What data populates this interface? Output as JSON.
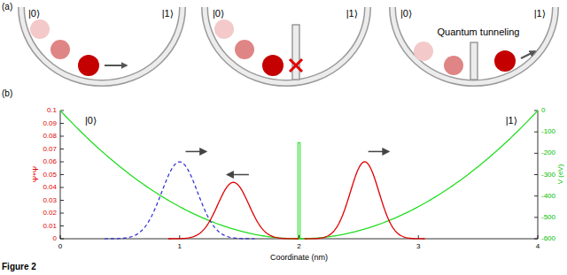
{
  "diagram": {
    "caption": "Figure 2",
    "labels": [
      "(a)",
      "|0⟩",
      "|1⟩",
      "|0⟩",
      "|1⟩",
      "|0⟩",
      "|1⟩",
      "Quantum tunneling",
      "(b)",
      "|0⟩",
      "|1⟩",
      "0",
      "0.01",
      "0.02",
      "0.03",
      "0.04",
      "0.05",
      "0.06",
      "0.07",
      "0.08",
      "0.09",
      "0.1",
      "0",
      "-100",
      "-200",
      "-300",
      "-400",
      "-500",
      "-600",
      "0",
      "1",
      "2",
      "3",
      "4",
      "Coordinate (nm)",
      "Ψ*Ψ",
      "V (eV)"
    ]
  }
}
